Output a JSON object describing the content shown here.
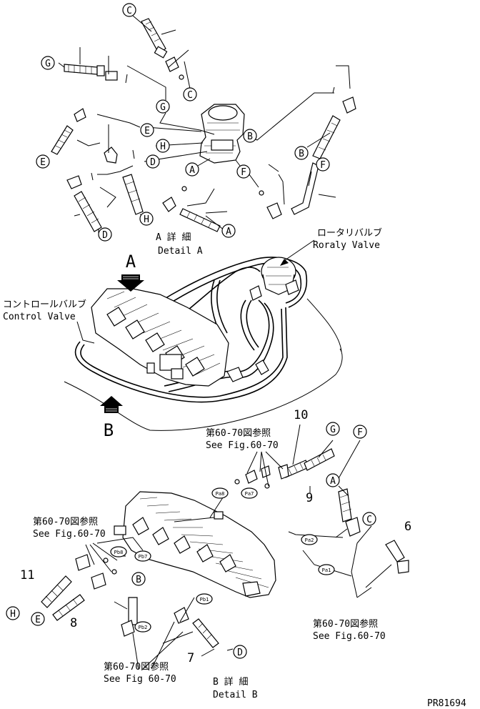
{
  "detail_a": {
    "caption_jp": "A 詳 細",
    "caption_en": "Detail A",
    "callouts": [
      "C",
      "G",
      "C",
      "G",
      "B",
      "E",
      "H",
      "D",
      "B",
      "A",
      "F",
      "F",
      "E",
      "H",
      "D",
      "A"
    ]
  },
  "main_view": {
    "view_a_letter": "A",
    "view_b_letter": "B",
    "control_valve_jp": "コントロールバルブ",
    "control_valve_en": "Control Valve",
    "rotary_valve_jp": "ロータリバルブ",
    "rotary_valve_en": "Roraly Valve"
  },
  "detail_b": {
    "caption_jp": "B 詳 細",
    "caption_en": "Detail B",
    "callouts": [
      "G",
      "F",
      "A",
      "C",
      "B",
      "H",
      "E",
      "D"
    ],
    "part_numbers": [
      "10",
      "9",
      "6",
      "11",
      "8",
      "7"
    ],
    "port_labels": [
      "Pa8",
      "Pa7",
      "Pa2",
      "Pa1",
      "Pb8",
      "Pb7",
      "Pb2",
      "Pb1"
    ],
    "ref_jp": "第60-70図参照",
    "ref_en": "See Fig.60-70",
    "ref_en_alt": "See Fig 60-70"
  },
  "drawing_code": "PR81694"
}
